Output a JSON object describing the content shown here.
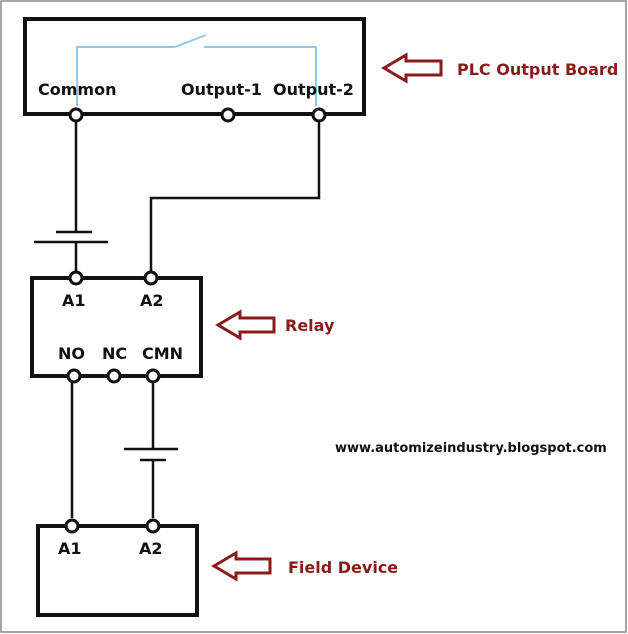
{
  "plc": {
    "labels": {
      "common": "Common",
      "output1": "Output-1",
      "output2": "Output-2"
    },
    "callout": "PLC Output Board"
  },
  "relay": {
    "labels": {
      "a1": "A1",
      "a2": "A2",
      "no": "NO",
      "nc": "NC",
      "cmn": "CMN"
    },
    "callout": "Relay"
  },
  "field": {
    "labels": {
      "a1": "A1",
      "a2": "A2"
    },
    "callout": "Field Device"
  },
  "website": "www.automizeindustry.blogspot.com",
  "colors": {
    "wire": "#111111",
    "internal_wire": "#8ecae6",
    "arrow": "#8b1a1a",
    "frame": "#888888"
  }
}
